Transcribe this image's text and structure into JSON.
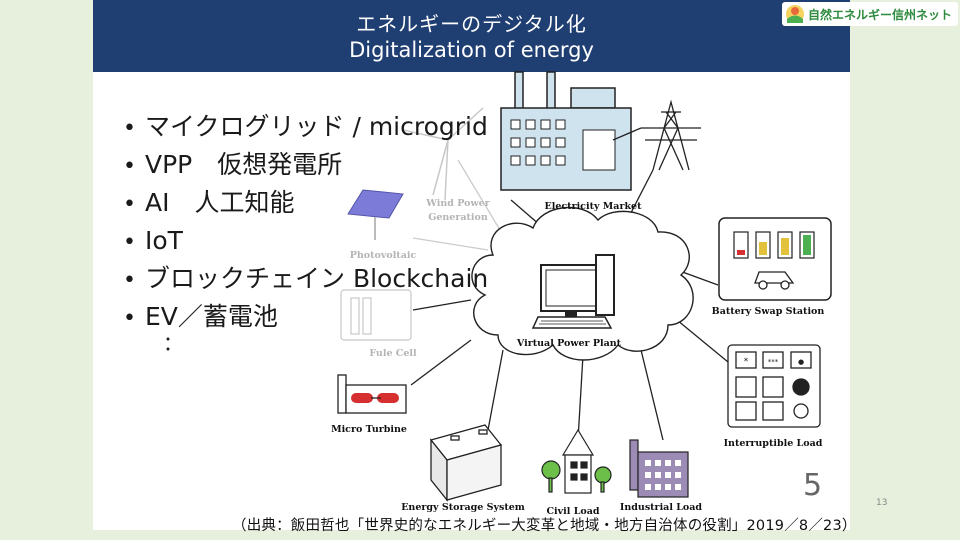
{
  "slide": {
    "title_ja": "エネルギーのデジタル化",
    "title_en": "Digitalization of energy",
    "bullets": [
      "マイクログリッド / microgrid",
      "VPP　仮想発電所",
      "AI　人工知能",
      "IoT",
      "ブロックチェイン Blockchain",
      "EV／蓄電池"
    ],
    "bullet_symbol": "•",
    "ellipsis": "：",
    "page_number": "5"
  },
  "diagram": {
    "center_label": "Virtual Power Plant",
    "nodes": [
      {
        "id": "electricity-market",
        "label": "Electricity Market"
      },
      {
        "id": "battery-swap-station",
        "label": "Battery Swap Station"
      },
      {
        "id": "interruptible-load",
        "label": "Interruptible Load"
      },
      {
        "id": "industrial-load",
        "label": "Industrial Load"
      },
      {
        "id": "civil-load",
        "label": "Civil Load"
      },
      {
        "id": "energy-storage-system",
        "label": "Energy Storage System"
      },
      {
        "id": "micro-turbine",
        "label": "Micro Turbine"
      },
      {
        "id": "fuel-cell",
        "label": "Fule Cell"
      },
      {
        "id": "photovoltaic",
        "label": "Photovoltaic"
      },
      {
        "id": "wind-power",
        "label_line1": "Wind Power",
        "label_line2": "Generation"
      }
    ],
    "interruptible_symbols": [
      "*",
      "***",
      "●"
    ]
  },
  "small_page_number": "13",
  "logo": {
    "text": "自然エネルギー信州ネット"
  },
  "source_citation": "（出典：飯田哲也「世界史的なエネルギー大変革と地域・地方自治体の役割」2019／8／23）",
  "colors": {
    "header_bg": "#1f3e72",
    "page_bg": "#e6f0dc",
    "icon_blue": "#cfe3ee",
    "industrial_purple": "#9b8bb5",
    "battery_red": "#d62f2f",
    "battery_yellow": "#e2c23a",
    "battery_green": "#4caf50",
    "tree_green": "#6cc04a",
    "logo_green": "#2d8a3e"
  }
}
